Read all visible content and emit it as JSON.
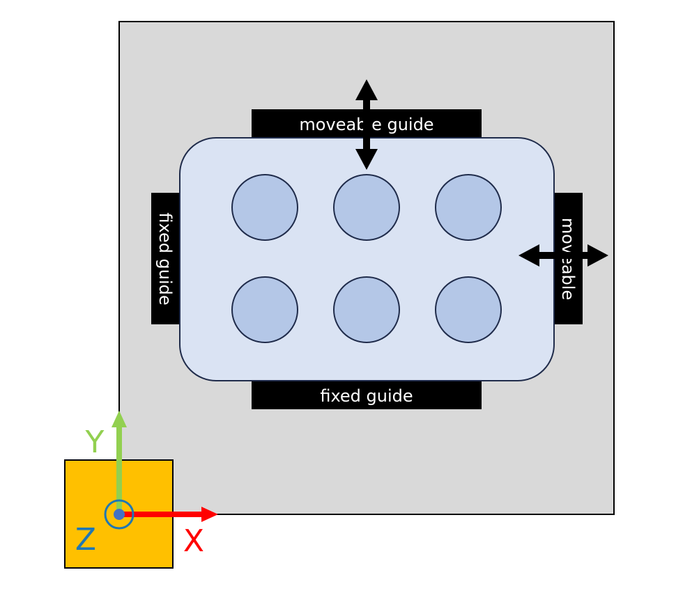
{
  "labels": {
    "top_guide": "moveable guide",
    "bottom_guide": "fixed guide",
    "left_guide": "fixed guide",
    "right_guide": "moveable"
  },
  "axes": {
    "x": "X",
    "y": "Y",
    "z": "Z"
  },
  "wells": {
    "rows": 2,
    "columns": 3
  },
  "colors": {
    "background_plate": "#d9d9d9",
    "tray": "#dae3f3",
    "well": "#b4c7e7",
    "outline": "#1f2b4a",
    "guide": "#000000",
    "axis_box": "#ffc000",
    "x_axis": "#ff0000",
    "y_axis": "#92d050",
    "z_axis": "#1f77b4"
  }
}
